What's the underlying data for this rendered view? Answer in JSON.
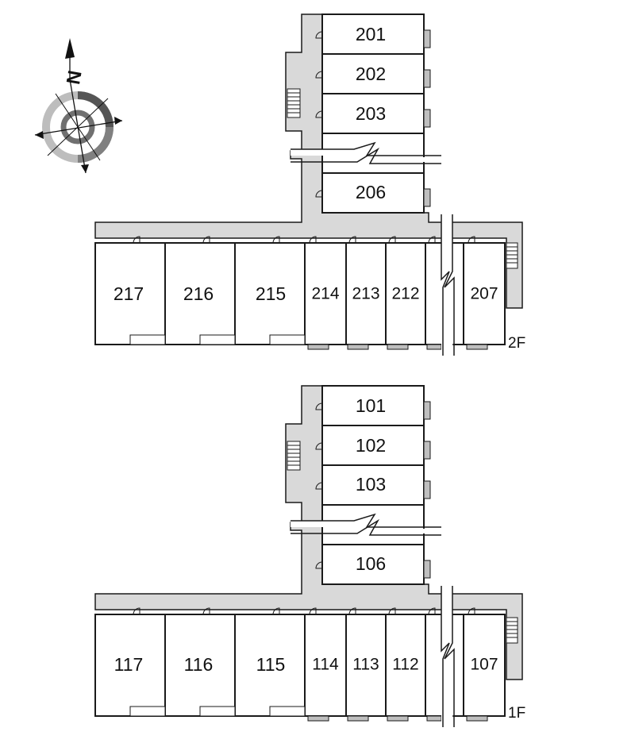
{
  "compass": {
    "north_label": "N"
  },
  "floors": [
    {
      "label": "2F",
      "wing_rooms": [
        "201",
        "202",
        "203",
        "206"
      ],
      "main_rooms": [
        "217",
        "216",
        "215",
        "214",
        "213",
        "212",
        "207"
      ]
    },
    {
      "label": "1F",
      "wing_rooms": [
        "101",
        "102",
        "103",
        "106"
      ],
      "main_rooms": [
        "117",
        "116",
        "115",
        "114",
        "113",
        "112",
        "107"
      ]
    }
  ],
  "colors": {
    "corridor": "#d9d9d9",
    "wall": "#1a1a1a",
    "room_fill": "#ffffff",
    "door_gray": "#bfbfbf"
  }
}
